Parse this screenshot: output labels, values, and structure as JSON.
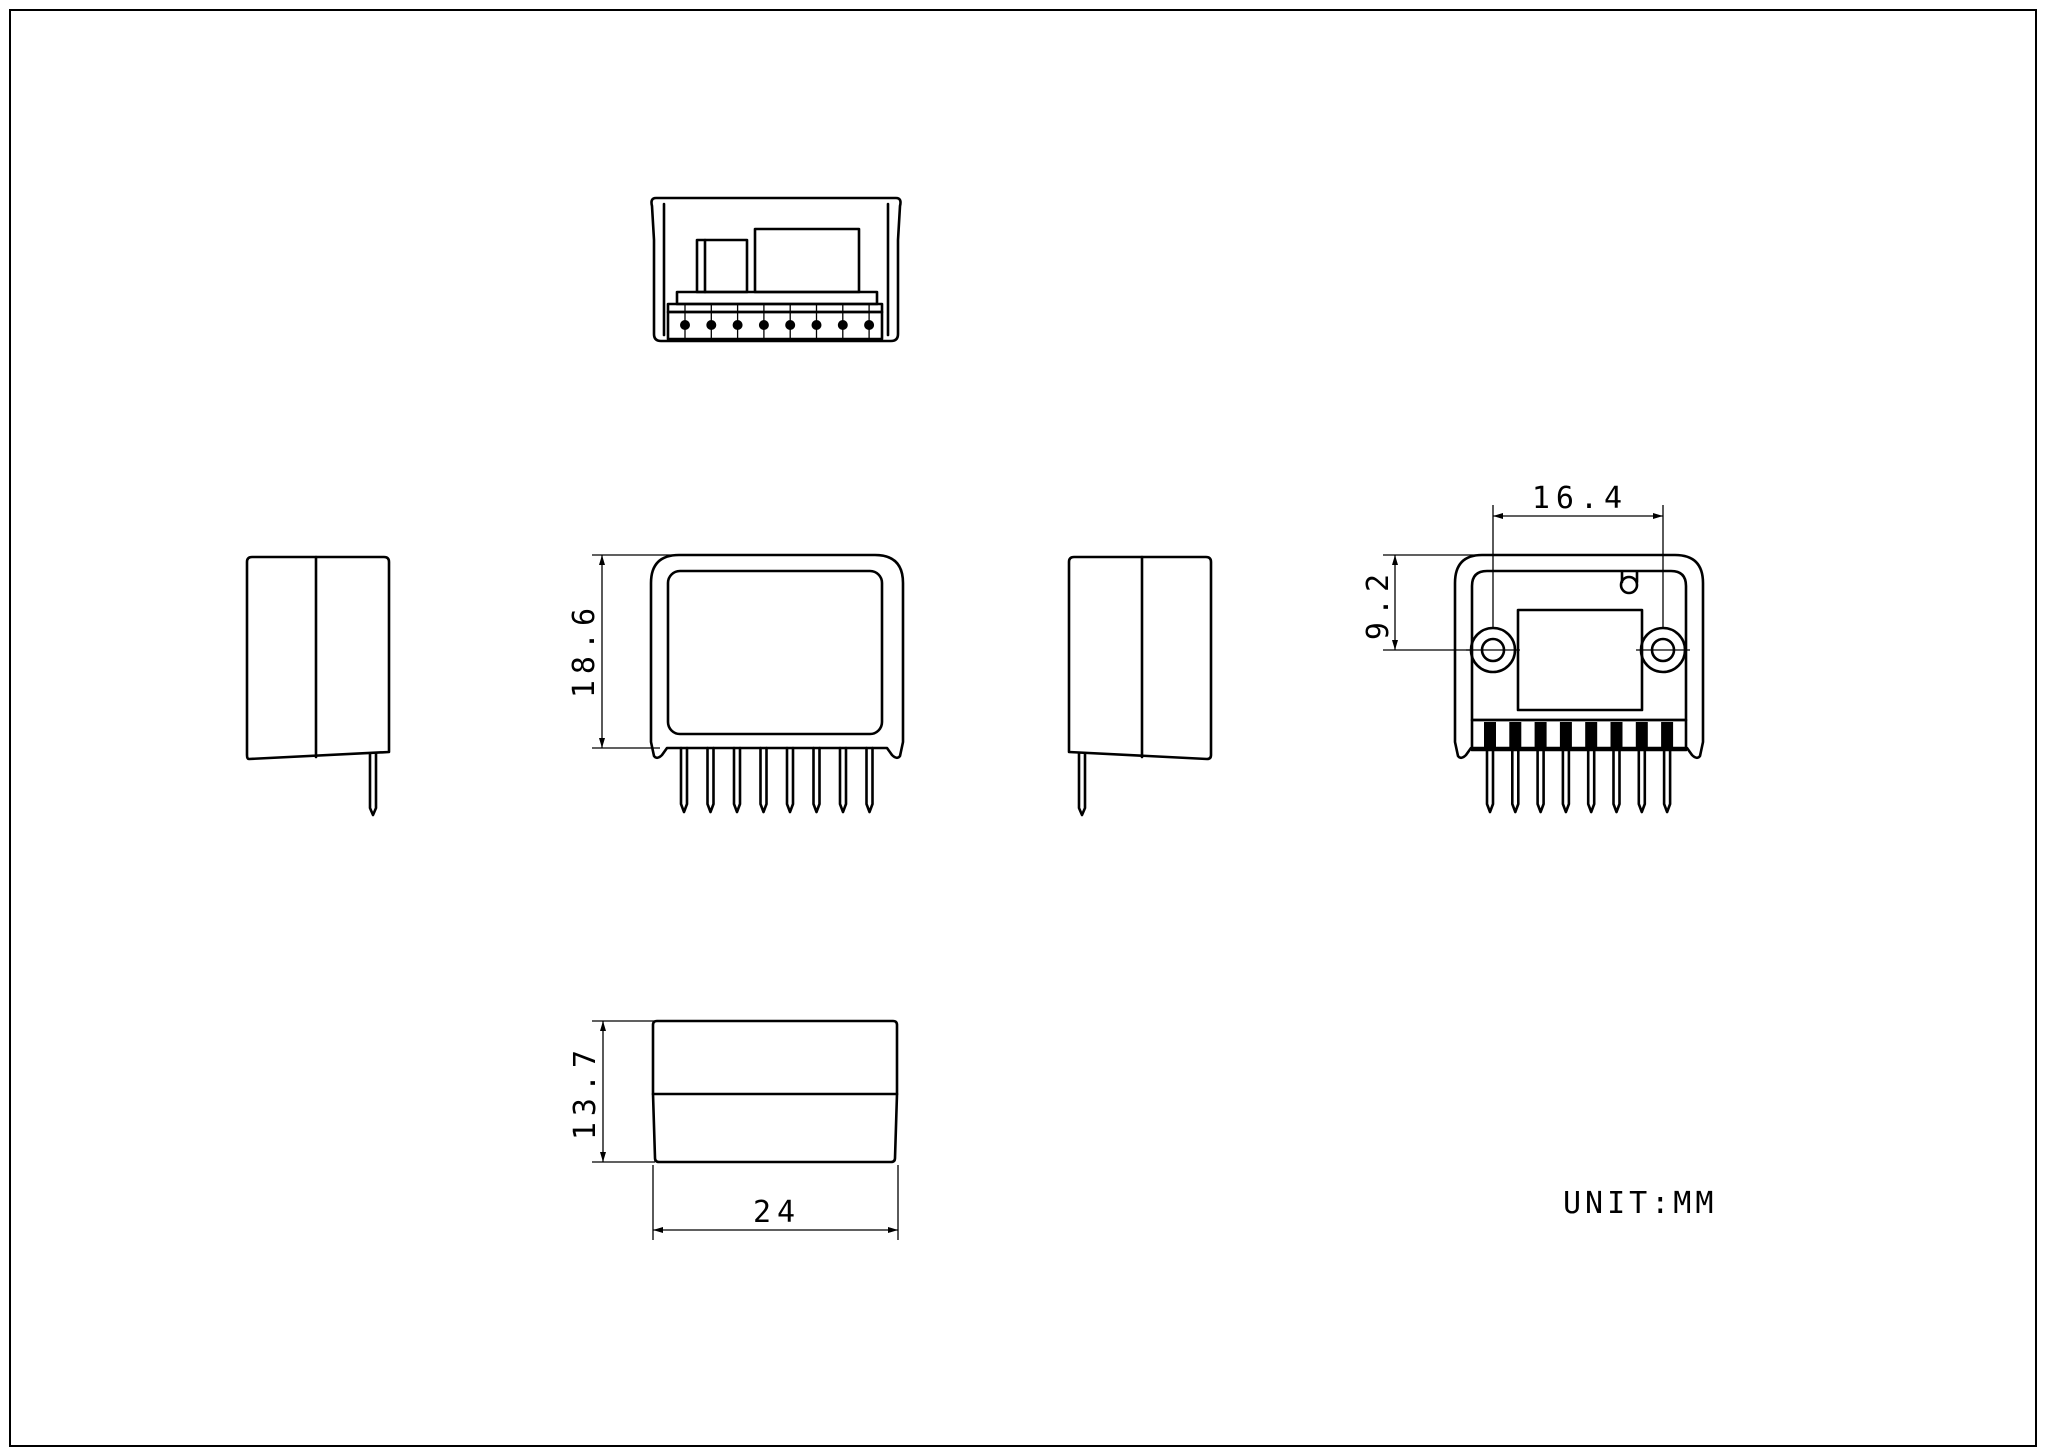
{
  "dimensions": {
    "width_24": "24",
    "height_13_7": "13.7",
    "height_18_6": "18.6",
    "pitch_16_4": "16.4",
    "offset_9_2": "9.2"
  },
  "unit_label": "UNIT:MM",
  "pin_count": 8
}
